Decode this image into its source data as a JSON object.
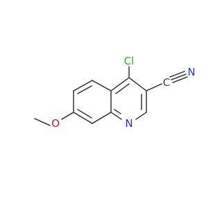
{
  "molecule": {
    "atoms": {
      "cl": {
        "label": "Cl",
        "color": "#2fa82f"
      },
      "n_ring": {
        "label": "N",
        "color": "#2233cc"
      },
      "n_nitrile": {
        "label": "N",
        "color": "#2233cc"
      },
      "o_methoxy": {
        "label": "O",
        "color": "#e02020"
      },
      "c_nitrile": {
        "label": "C",
        "color": "#404040"
      }
    },
    "bond_color": "#404040"
  }
}
